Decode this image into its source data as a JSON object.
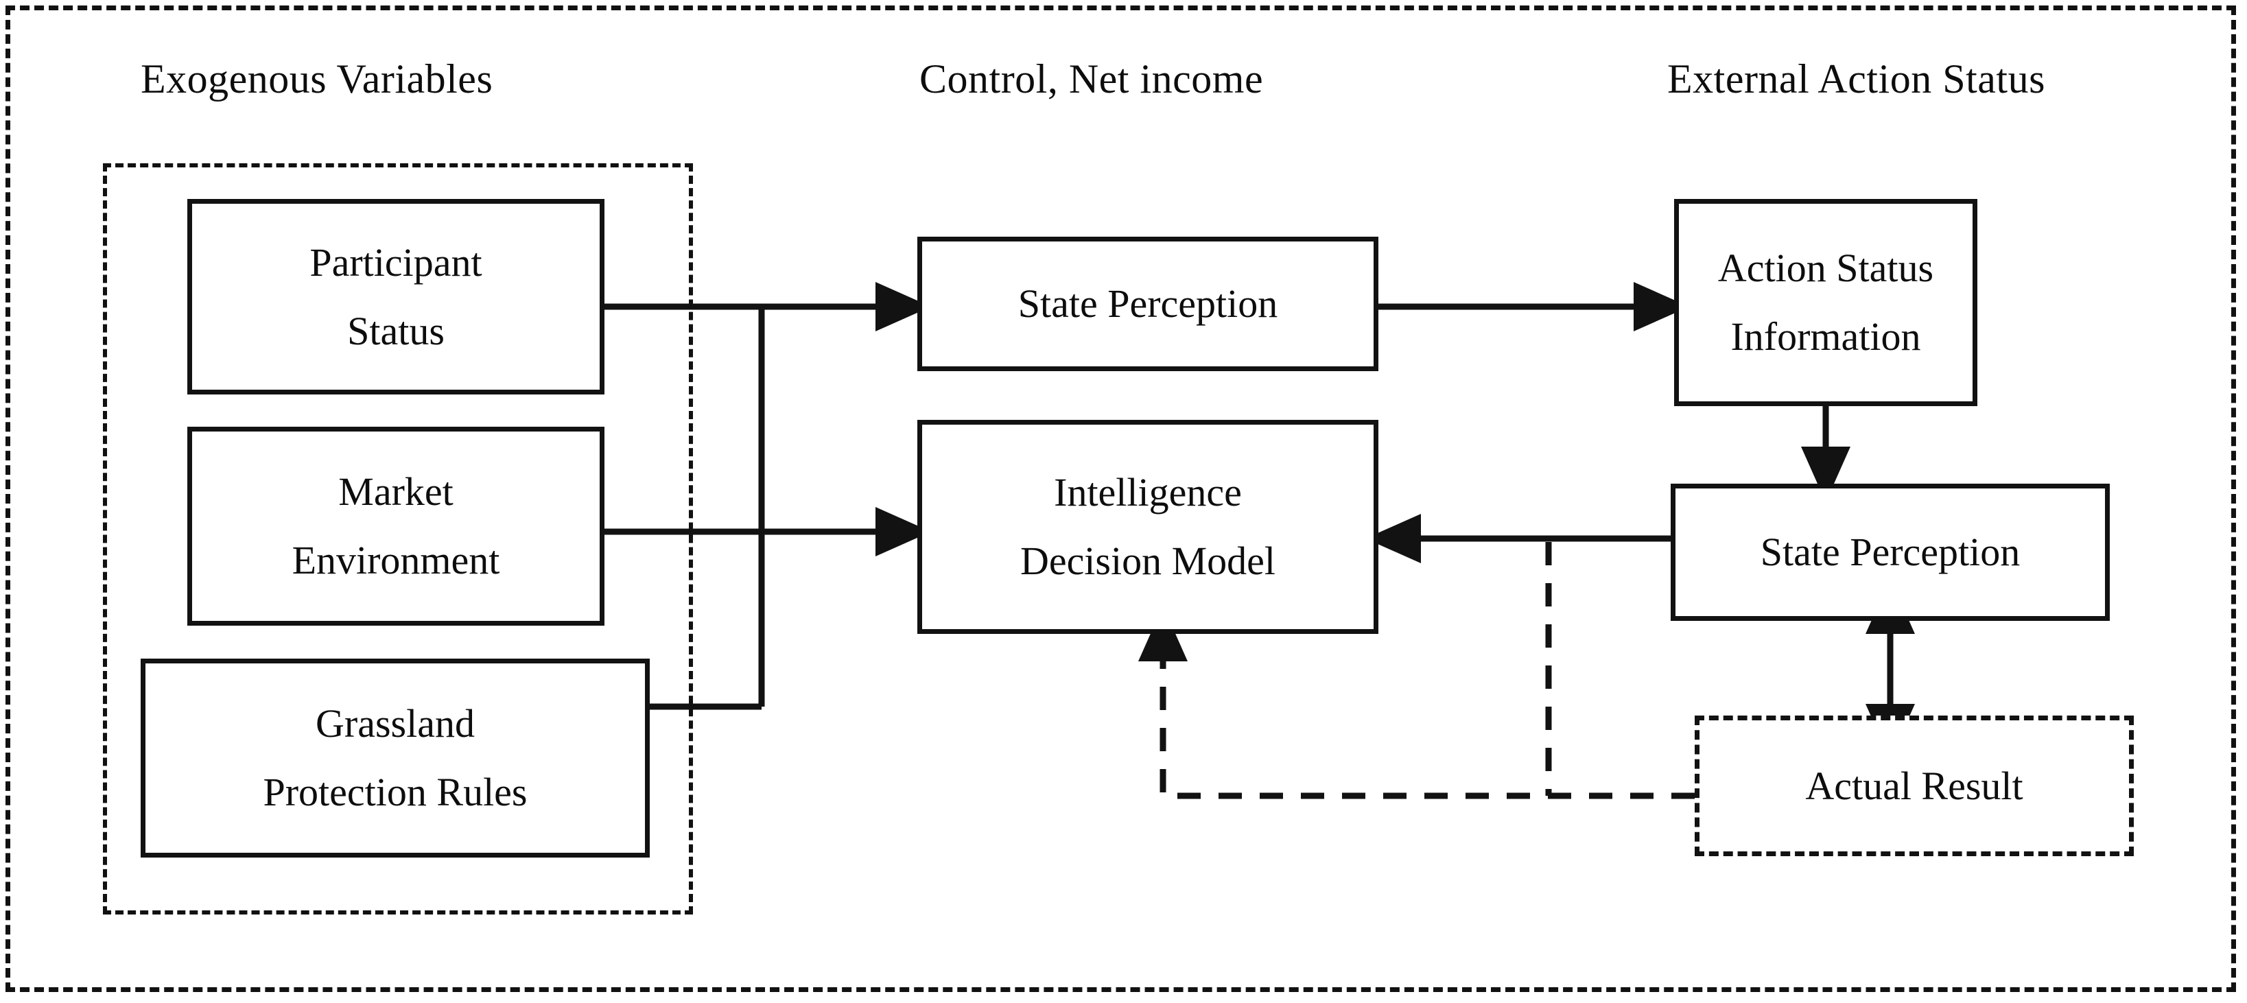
{
  "diagram": {
    "title_columns": {
      "left": "Exogenous Variables",
      "middle": "Control, Net income",
      "right": "External Action Status"
    },
    "nodes": {
      "participant_status": {
        "line1": "Participant",
        "line2": "Status"
      },
      "market_environment": {
        "line1": "Market",
        "line2": "Environment"
      },
      "grassland_rules": {
        "line1": "Grassland",
        "line2": "Protection Rules"
      },
      "state_perception_mid": {
        "line1": "State Perception"
      },
      "intelligence_model": {
        "line1": "Intelligence",
        "line2": "Decision Model"
      },
      "action_status_info": {
        "line1": "Action Status",
        "line2": "Information"
      },
      "state_perception_right": {
        "line1": "State Perception"
      },
      "actual_result": {
        "line1": "Actual Result"
      }
    },
    "colors": {
      "stroke": "#121212",
      "text": "#0d0d0d",
      "background": "#ffffff"
    },
    "edges": [
      {
        "from": "participant_status",
        "to": "state_perception_mid",
        "style": "solid",
        "arrow": "single"
      },
      {
        "from": "market_environment",
        "to": "intelligence_model",
        "style": "solid",
        "arrow": "single"
      },
      {
        "from": "grassland_rules",
        "to": "state_perception_mid",
        "style": "solid",
        "arrow": "single"
      },
      {
        "from": "state_perception_mid",
        "to": "action_status_info",
        "style": "solid",
        "arrow": "single"
      },
      {
        "from": "action_status_info",
        "to": "state_perception_right",
        "style": "solid",
        "arrow": "single"
      },
      {
        "from": "state_perception_right",
        "to": "intelligence_model",
        "style": "solid",
        "arrow": "single"
      },
      {
        "from": "state_perception_right",
        "to": "actual_result",
        "style": "solid",
        "arrow": "double"
      },
      {
        "from": "actual_result",
        "to": "intelligence_model",
        "style": "dashed",
        "arrow": "single"
      }
    ]
  }
}
